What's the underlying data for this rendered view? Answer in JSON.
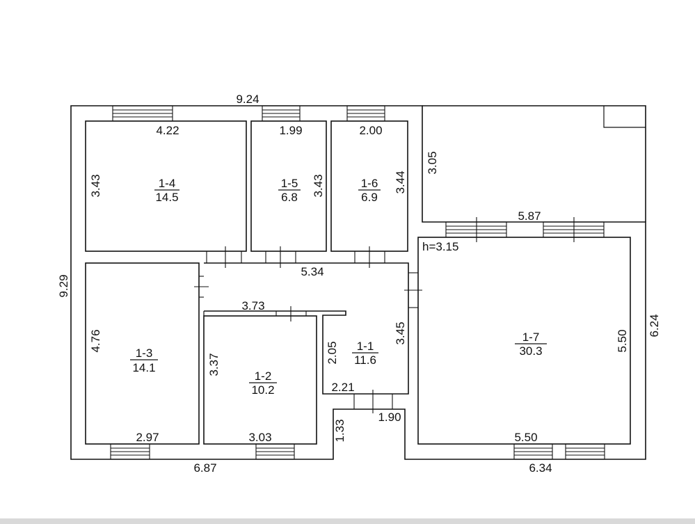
{
  "plan": {
    "overall": {
      "width_top": "9.24",
      "depth_left": "9.29",
      "width_bottom_left": "6.87",
      "width_bottom_right": "6.34",
      "depth_right": "6.24"
    },
    "ceiling_height": "h=3.15",
    "rooms": [
      {
        "id": "1-1",
        "area": "11.6"
      },
      {
        "id": "1-2",
        "area": "10.2"
      },
      {
        "id": "1-3",
        "area": "14.1"
      },
      {
        "id": "1-4",
        "area": "14.5"
      },
      {
        "id": "1-5",
        "area": "6.8"
      },
      {
        "id": "1-6",
        "area": "6.9"
      },
      {
        "id": "1-7",
        "area": "30.3"
      }
    ],
    "dimensions": {
      "r14_width": "4.22",
      "r14_depth": "3.43",
      "r15_width": "1.99",
      "r15_depth": "3.43",
      "r16_width": "2.00",
      "r16_depth": "3.44",
      "terrace_depth": "3.05",
      "terrace_width": "5.87",
      "corridor_width": "5.34",
      "corridor_inner": "3.73",
      "r13_depth": "4.76",
      "r13_width": "2.97",
      "r12_depth": "3.37",
      "r12_width": "3.03",
      "r11_left": "2.05",
      "r11_right": "3.45",
      "r11_bottom": "2.21",
      "entry_width": "1.90",
      "entry_depth": "1.33",
      "r17_depth": "5.50",
      "r17_width": "5.50"
    }
  }
}
